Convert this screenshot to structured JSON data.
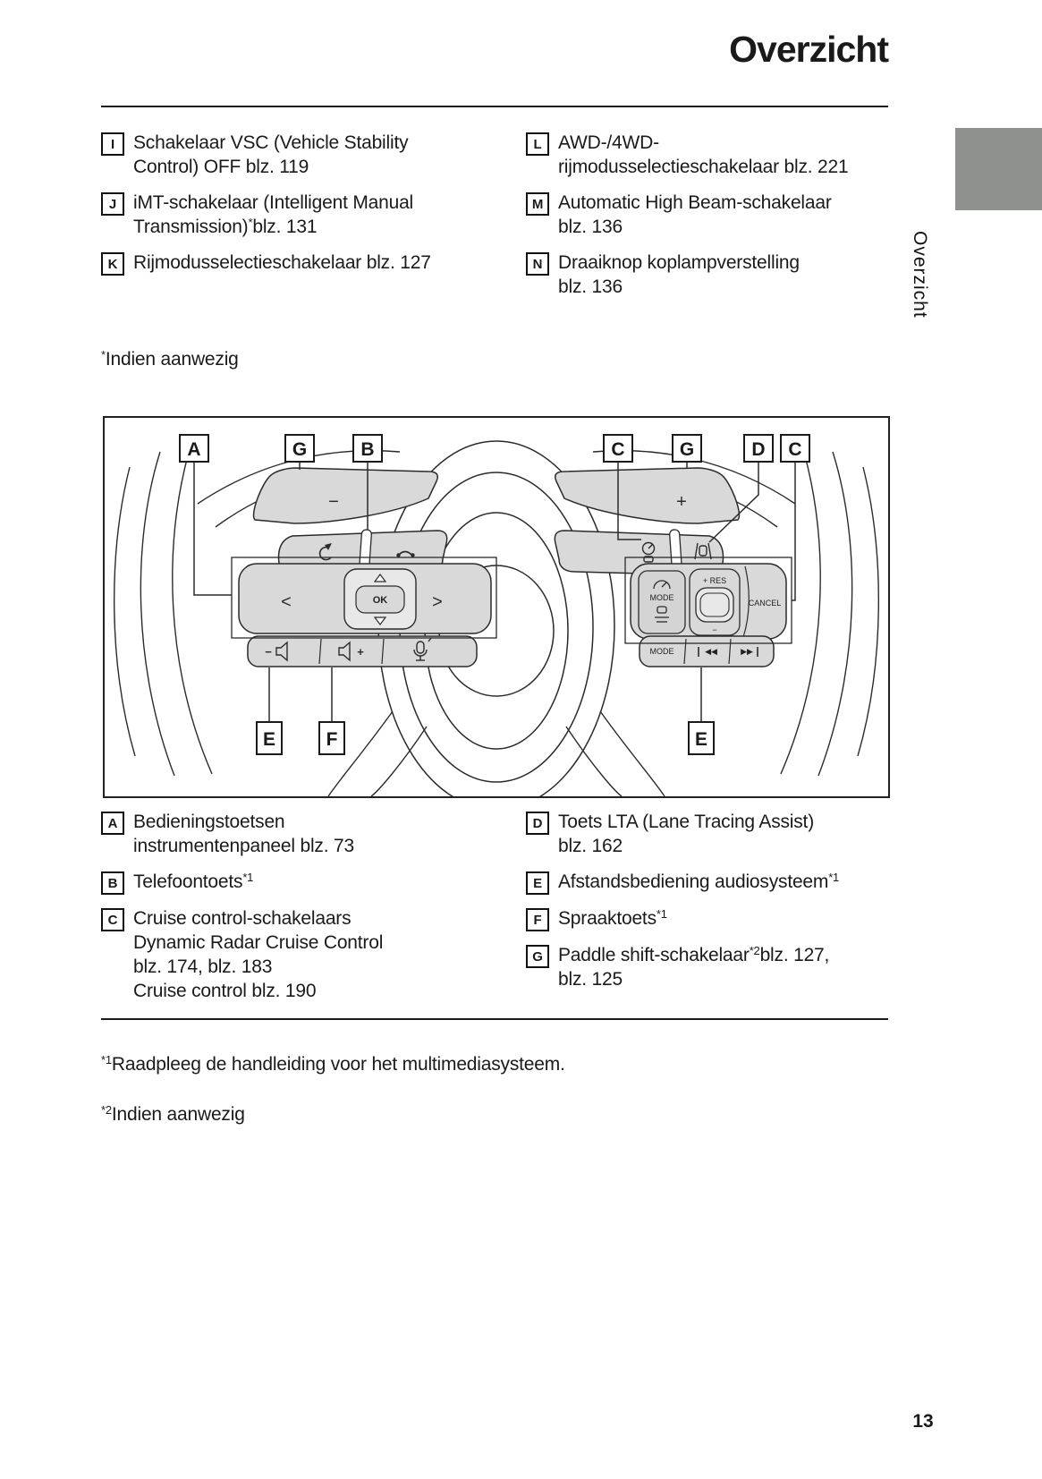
{
  "page": {
    "heading": "Overzicht",
    "number": "13",
    "side_tab": "Overzicht"
  },
  "note": [
    {
      "sup": "*"
    },
    "Indien aanwezig"
  ],
  "footnotes": [
    [
      {
        "sup": "*1"
      },
      "Raadpleeg de handleiding voor het multimediasysteem."
    ],
    [
      {
        "sup": "*2"
      },
      "Indien aanwezig"
    ]
  ],
  "top_legend": {
    "left": [
      {
        "key": "I",
        "lines": [
          [
            "Schakelaar VSC (Vehicle Stability"
          ],
          [
            "Control) OFF blz. 119"
          ]
        ]
      },
      {
        "key": "J",
        "lines": [
          [
            "iMT-schakelaar (Intelligent Manual"
          ],
          [
            "Transmission)",
            {
              "sup": "*"
            },
            "blz. 131"
          ]
        ]
      },
      {
        "key": "K",
        "lines": [
          [
            "Rijmodusselectieschakelaar blz. 127"
          ]
        ]
      }
    ],
    "right": [
      {
        "key": "L",
        "lines": [
          [
            "AWD-/4WD-"
          ],
          [
            "rijmodusselectieschakelaar blz. 221"
          ]
        ]
      },
      {
        "key": "M",
        "lines": [
          [
            "Automatic High Beam-schakelaar"
          ],
          [
            "blz. 136"
          ]
        ]
      },
      {
        "key": "N",
        "lines": [
          [
            "Draaiknop koplampverstelling"
          ],
          [
            "blz. 136"
          ]
        ]
      }
    ]
  },
  "bottom_legend": {
    "left": [
      {
        "key": "A",
        "lines": [
          [
            "Bedieningstoetsen"
          ],
          [
            "instrumentenpaneel blz. 73"
          ]
        ]
      },
      {
        "key": "B",
        "lines": [
          [
            "Telefoontoets",
            {
              "sup": "*1"
            }
          ]
        ]
      },
      {
        "key": "C",
        "lines": [
          [
            "Cruise control-schakelaars"
          ],
          [
            "Dynamic Radar Cruise Control"
          ],
          [
            "blz. 174, blz. 183"
          ],
          [
            "Cruise control blz. 190"
          ]
        ]
      }
    ],
    "right": [
      {
        "key": "D",
        "lines": [
          [
            "Toets LTA (Lane Tracing Assist)"
          ],
          [
            "blz. 162"
          ]
        ]
      },
      {
        "key": "E",
        "lines": [
          [
            "Afstandsbediening audiosysteem",
            {
              "sup": "*1"
            }
          ]
        ]
      },
      {
        "key": "F",
        "lines": [
          [
            "Spraaktoets",
            {
              "sup": "*1"
            }
          ]
        ]
      },
      {
        "key": "G",
        "lines": [
          [
            "Paddle shift-schakelaar",
            {
              "sup": "*2"
            },
            "blz. 127,"
          ],
          [
            "blz. 125"
          ]
        ]
      }
    ]
  },
  "diagram": {
    "callouts_top": [
      "A",
      "G",
      "B",
      "C",
      "G",
      "D",
      "C"
    ],
    "callouts_bottom": [
      "E",
      "F",
      "E"
    ],
    "labels": {
      "ok": "OK",
      "plus_res": "+ RES",
      "rocker_minus": "−",
      "cancel": "CANCEL",
      "mode": "MODE",
      "media_mode": "MODE",
      "prev": "◀◀",
      "next": "▶▶",
      "paddle_minus": "−",
      "paddle_plus": "+",
      "vol_minus": "−",
      "vol_plus": "+",
      "chev_left": "<",
      "chev_right": ">"
    }
  },
  "colors": {
    "accent_tab": "#8e918e",
    "ink": "#1a1a1a",
    "button_fill": "#d9d9d9"
  }
}
